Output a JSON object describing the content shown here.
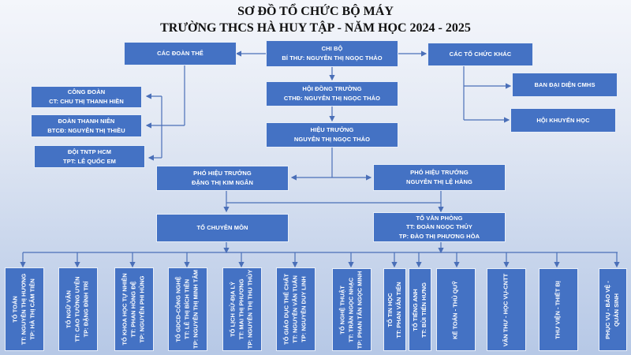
{
  "title": {
    "line1": "SƠ ĐỒ TỔ CHỨC BỘ MÁY",
    "line2": "TRƯỜNG THCS HÀ HUY TẬP - NĂM HỌC 2024 - 2025"
  },
  "colors": {
    "box": "#4472c4",
    "line": "#4a6fb8"
  },
  "top": {
    "chi_bo": {
      "line1": "CHI BỘ",
      "line2": "BÍ THƯ: NGUYỄN THỊ NGỌC THẢO"
    },
    "cac_doan_the": {
      "label": "CÁC ĐOÀN THỂ"
    },
    "cac_to_chuc_khac": {
      "label": "CÁC TỔ CHỨC KHÁC"
    },
    "hoi_dong_truong": {
      "line1": "HỘI ĐỒNG TRƯỜNG",
      "line2": "CTHĐ: NGUYỄN THỊ NGỌC THẢO"
    },
    "hieu_truong": {
      "line1": "HIỆU TRƯỞNG",
      "line2": "NGUYỄN THỊ NGỌC THẢO"
    }
  },
  "doan_the": [
    {
      "line1": "CÔNG ĐOÀN",
      "line2": "CT: CHU THỊ THANH HIỀN"
    },
    {
      "line1": "ĐOÀN THANH NIÊN",
      "line2": "BTCĐ: NGUYỄN THỊ THIỀU"
    },
    {
      "line1": "ĐỘI TNTP HCM",
      "line2": "TPT: LÊ QUỐC EM"
    }
  ],
  "to_chuc_khac": [
    {
      "label": "BAN ĐẠI DIỆN CMHS"
    },
    {
      "label": "HỘI KHUYẾN HỌC"
    }
  ],
  "pho_hieu_truong": [
    {
      "line1": "PHÓ HIỆU TRƯỞNG",
      "line2": "ĐẶNG THỊ KIM NGÂN"
    },
    {
      "line1": "PHÓ HIỆU TRƯỞNG",
      "line2": "NGUYỄN THỊ LỆ HẰNG"
    }
  ],
  "to_chuyen_mon": {
    "label": "TỔ CHUYÊN MÔN"
  },
  "to_van_phong": {
    "line1": "TỔ VĂN PHÒNG",
    "line2": "TT: ĐOÀN NGỌC THỦY",
    "line3": "TP: ĐÀO THỊ PHƯƠNG HÒA"
  },
  "to_list": [
    {
      "l1": "TỔ TOÁN",
      "l2": "TT: NGUYỄN THỊ HƯƠNG",
      "l3": "TP: HÀ THỊ CẨM TIÊN"
    },
    {
      "l1": "TỔ NGỮ VĂN",
      "l2": "TT: CAO TƯỜNG UYÊN",
      "l3": "TP: ĐẶNG ĐÌNH TRÍ"
    },
    {
      "l1": "TỔ KHOA HỌC TỰ NHIÊN",
      "l2": "TT: PHAN HỒNG ĐỆ",
      "l3": "TP: NGUYỄN PHI HÙNG"
    },
    {
      "l1": "TỔ GDCD-CÔNG NGHỆ",
      "l2": "TT: LÊ THỊ BÍCH TIÊN",
      "l3": "TP: NGUYỄN THỊ MINH TÂM"
    },
    {
      "l1": "TỔ LỊCH SỬ-ĐỊA LÝ",
      "l2": "TT: MAI THỊ PHƯƠNG",
      "l3": "TP: NGUYỄN THỊ THU THỦY"
    },
    {
      "l1": "TỔ GIÁO DỤC THỂ CHẤT",
      "l2": "TT: NGUYỄN VĂN TUẤN",
      "l3": "TP: NGUYỄN DUY LINH"
    },
    {
      "l1": "TỔ NGHỆ THUẬT",
      "l2": "TT: TRẦN NGỌC NHẠC",
      "l3": "TP: PHAN TẤN NGỌC MINH"
    },
    {
      "l1": "TỔ TIN HỌC",
      "l2": "TT: PHAN VĂN TIẾN",
      "l3": ""
    },
    {
      "l1": "TỔ TIẾNG ANH",
      "l2": "TT: BÙI TIẾN HƯNG",
      "l3": ""
    },
    {
      "l1": "KẾ TOÁN - THỦ QUỸ",
      "l2": "",
      "l3": ""
    },
    {
      "l1": "VĂN THƯ - HỌC VỤ-CNTT",
      "l2": "",
      "l3": ""
    },
    {
      "l1": "THƯ VIỆN - THIẾT BỊ",
      "l2": "",
      "l3": ""
    },
    {
      "l1": "PHỤC VỤ - BẢO VỆ -",
      "l2": "QUẢN SINH",
      "l3": ""
    }
  ]
}
